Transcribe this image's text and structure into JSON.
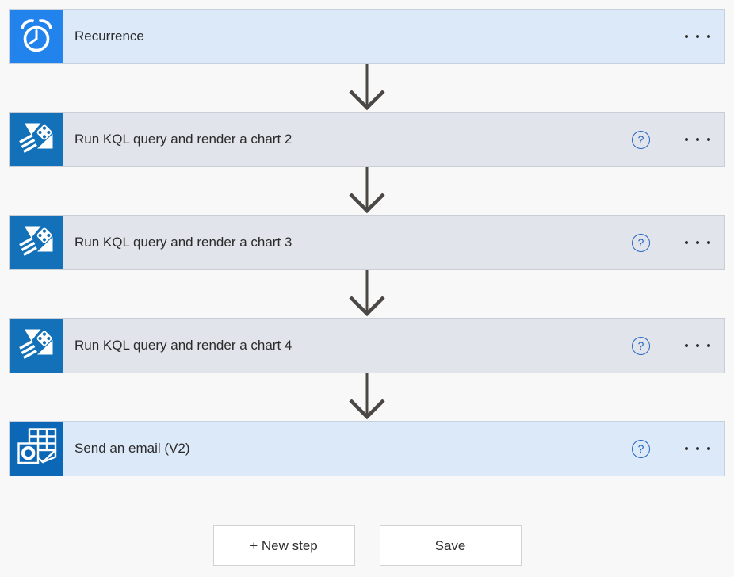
{
  "colors": {
    "page_bg": "#f9f8f8",
    "card_blue_bg": "#dce9f8",
    "card_gray_bg": "#e1e4ea",
    "card_border": "#c9ced6",
    "recurrence_tile_blue": "#2383ec",
    "kusto_tile_blue": "#1271b8",
    "outlook_tile_blue": "#0c68b6",
    "help_icon_blue": "#2566c4",
    "arrow_gray": "#4a4744",
    "title_text": "#2b2b2b"
  },
  "workflow": {
    "help_label": "?",
    "steps": [
      {
        "title": "Recurrence",
        "icon": "alarm-clock-icon",
        "style": "blue",
        "has_help": false
      },
      {
        "title": "Run KQL query and render a chart 2",
        "icon": "azure-data-explorer-icon",
        "style": "gray",
        "has_help": true
      },
      {
        "title": "Run KQL query and render a chart 3",
        "icon": "azure-data-explorer-icon",
        "style": "gray",
        "has_help": true
      },
      {
        "title": "Run KQL query and render a chart 4",
        "icon": "azure-data-explorer-icon",
        "style": "gray",
        "has_help": true
      },
      {
        "title": "Send an email (V2)",
        "icon": "outlook-icon",
        "style": "blue",
        "has_help": true
      }
    ]
  },
  "footer": {
    "new_step_label": "+ New step",
    "save_label": "Save"
  }
}
